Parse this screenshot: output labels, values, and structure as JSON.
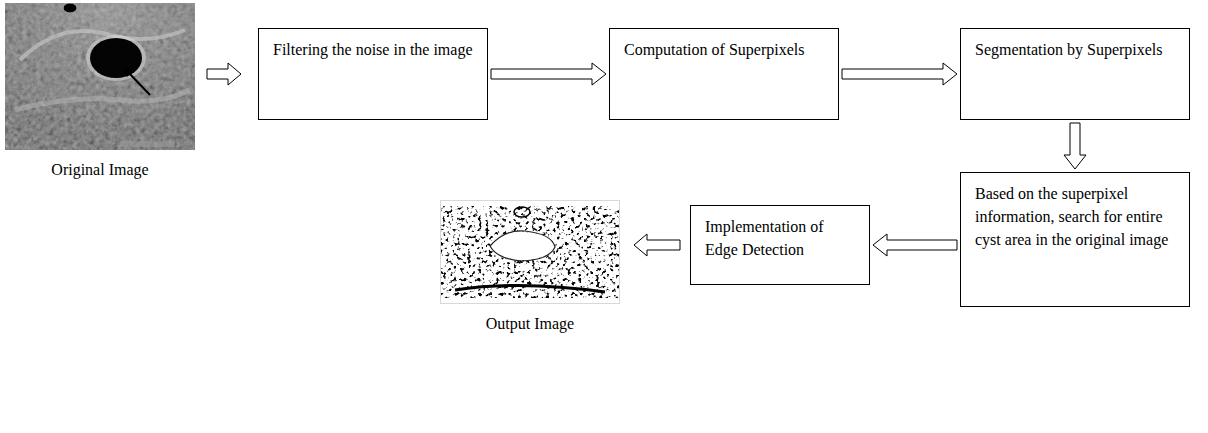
{
  "diagram": {
    "nodes": [
      {
        "text": [
          "Filtering the noise in the image"
        ]
      },
      {
        "text": [
          "Computation of Superpixels"
        ]
      },
      {
        "text": [
          "Segmentation by Superpixels"
        ]
      },
      {
        "text": [
          "Based on the superpixel information, search for entire cyst area in the original image"
        ]
      },
      {
        "text": [
          "Implementation of Edge Detection"
        ]
      }
    ],
    "edges": [
      {
        "from": 0,
        "to": 1,
        "arrow": "to"
      },
      {
        "from": 1,
        "to": 2,
        "arrow": "to"
      },
      {
        "from": 2,
        "to": 3,
        "arrow": "to"
      },
      {
        "from": 3,
        "to": 4,
        "arrow": "to"
      }
    ],
    "labels": [
      "Original Image",
      "Output Image"
    ]
  }
}
